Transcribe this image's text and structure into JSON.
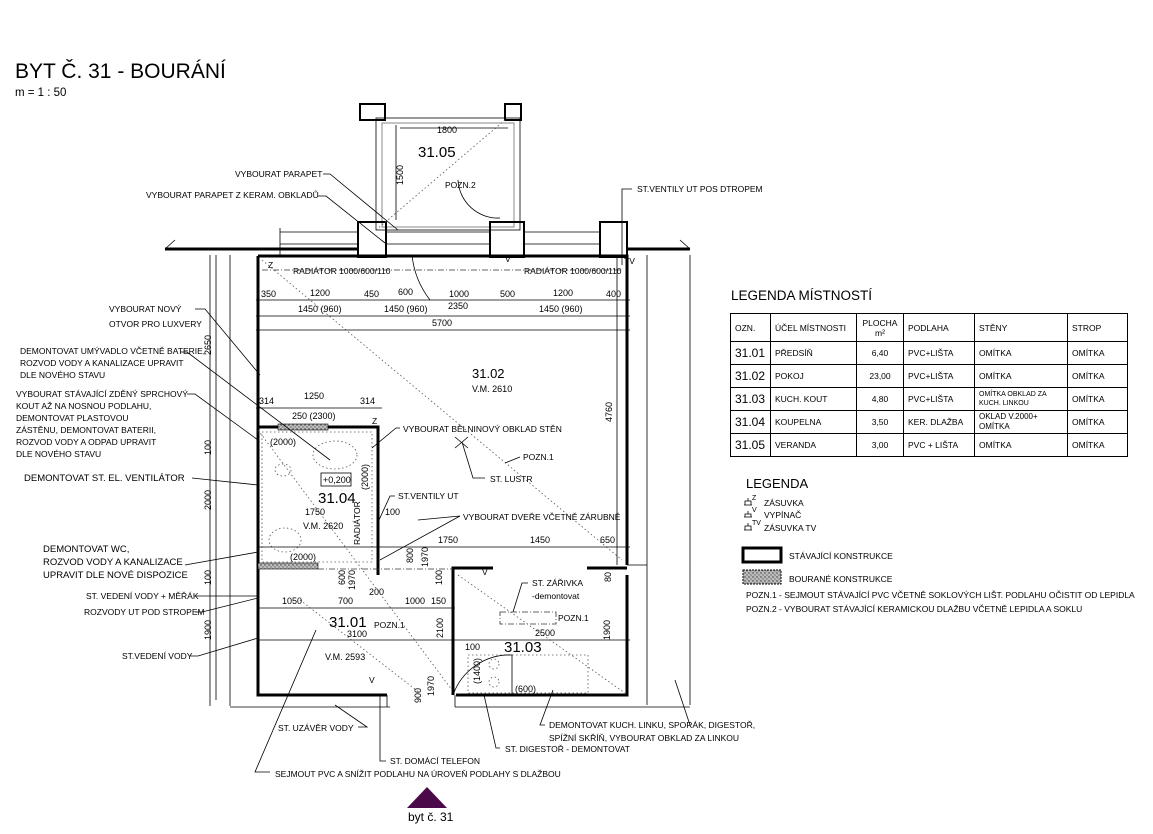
{
  "title": "BYT Č. 31 - BOURÁNÍ",
  "scale": "m = 1 : 50",
  "marker": "byt č. 31",
  "marker_color": "#4a0a4a",
  "rooms": {
    "r3105": "31.05",
    "r3102": "31.02",
    "vm3102": "V.M. 2610",
    "r3104": "31.04",
    "vm3104": "V.M. 2620",
    "level3104": "+0,200",
    "r3101": "31.01",
    "vm3101": "V.M. 2593",
    "r3103": "31.03"
  },
  "annotations": {
    "parapet": "VYBOURAT PARAPET",
    "parapet_keram": "VYBOURAT PARAPET Z KERAM. OBKLADŮ",
    "ventily_strop": "ST.VENTILY UT POS DTROPEM",
    "luxvery": [
      "VYBOURAT NOVÝ",
      "OTVOR PRO LUXVERY"
    ],
    "umyvadlo": [
      "DEMONTOVAT UMÝVADLO VČETNĚ BATERIE,",
      "ROZVOD VODY A KANALIZACE UPRAVIT",
      "DLE NOVÉHO STAVU"
    ],
    "sprcha": [
      "VYBOURAT STÁVAJÍCÍ ZDĚNÝ SPRCHOVÝ",
      "KOUT AŽ NA NOSNOU PODLAHU,",
      "DEMONTOVAT PLASTOVOU",
      "ZÁSTĚNU, DEMONTOVAT BATERII,",
      "ROZVOD VODY A ODPAD UPRAVIT",
      "DLE NOVÉHO STAVU"
    ],
    "ventilator": "DEMONTOVAT ST. EL. VENTILÁTOR",
    "wc": [
      "DEMONTOVAT WC,",
      "ROZVOD VODY A KANALIZACE",
      "UPRAVIT DLE NOVÉ DISPOZICE"
    ],
    "merak": "ST. VEDENÍ VODY + MĚŘÁK",
    "rozvody_ut": "ROZVODY UT POD STROPEM",
    "vedeni_vody": "ST.VEDENÍ VODY",
    "uzaver": "ST. UZÁVĚR VODY",
    "telefon": "ST. DOMÁCÍ TELEFON",
    "pvc": "SEJMOUT PVC A SNÍŽIT PODLAHU NA ÚROVEŇ PODLAHY S DLAŽBOU",
    "digestor": "ST. DIGESTOŘ - DEMONTOVAT",
    "kuch_linka": [
      "DEMONTOVAT KUCH. LINKU, SPORÁK, DIGESTOŘ,",
      "SPÍŽNÍ SKŘÍŇ, VYBOURAT OBKLAD ZA LINKOU"
    ],
    "obklad": "VYBOURAT BĚLNINOVÝ OBKLAD STĚN",
    "pozn1": "POZN.1",
    "pozn2": "POZN.2",
    "lustr": "ST. LUSTR",
    "ventily": "ST.VENTILY UT",
    "dvere": "VYBOURAT DVEŘE VČETNĚ ZÁRUBNĚ",
    "zarivka": [
      "ST. ZÁŘIVKA",
      "-demontovat"
    ],
    "radiator": "RADIÁTOR 1000/600/110",
    "radiator_v": "RADIÁTOR",
    "z": "Z",
    "v": "V",
    "tv": "TV"
  },
  "dims": {
    "d1800": "1800",
    "d1500": "1500",
    "d350": "350",
    "d1200": "1200",
    "d450": "450",
    "d600": "600",
    "d1000": "1000",
    "d500": "500",
    "d400": "400",
    "d1450_960": "1450  (960)",
    "d2350": "2350",
    "d5700": "5700",
    "d2650": "2650",
    "d100": "100",
    "d2000": "2000",
    "d1900": "1900",
    "d4760": "4760",
    "d1250": "1250",
    "d314": "314",
    "d250_2300": "250  (2300)",
    "d_2000": "(2000)",
    "d1750": "1750",
    "d1450": "1450",
    "d650": "650",
    "d800": "800",
    "d1970": "1970",
    "d200": "200",
    "d1050": "1050",
    "d700": "700",
    "d150": "150",
    "d3100": "3100",
    "d2100": "2100",
    "d2500": "2500",
    "d_1400": "(1400)",
    "d_600": "(600)",
    "d900": "900",
    "d80": "80"
  },
  "room_legend": {
    "title": "LEGENDA MÍSTNOSTÍ",
    "headers": [
      "OZN.",
      "ÚČEL MÍSTNOSTI",
      "PLOCHA m²",
      "PODLAHA",
      "STĚNY",
      "STROP"
    ],
    "rows": [
      [
        "31.01",
        "PŘEDSÍŇ",
        "6,40",
        "PVC+LIŠTA",
        "OMÍTKA",
        "OMÍTKA"
      ],
      [
        "31.02",
        "POKOJ",
        "23,00",
        "PVC+LIŠTA",
        "OMÍTKA",
        "OMÍTKA"
      ],
      [
        "31.03",
        "KUCH. KOUT",
        "4,80",
        "PVC+LIŠTA",
        "OMÍTKA OBKLAD ZA KUCH. LINKOU",
        "OMÍTKA"
      ],
      [
        "31.04",
        "KOUPELNA",
        "3,50",
        "KER. DLAŽBA",
        "OKLAD V.2000+ OMÍTKA",
        "OMÍTKA"
      ],
      [
        "31.05",
        "VERANDA",
        "3,00",
        "PVC + LIŠTA",
        "OMÍTKA",
        "OMÍTKA"
      ]
    ]
  },
  "legend": {
    "title": "LEGENDA",
    "zasuvka": "ZÁSUVKA",
    "vypinac": "VYPÍNAČ",
    "zasuvka_tv": "ZÁSUVKA TV",
    "stavajici": "STÁVAJÍCÍ KONSTRUKCE",
    "bourane": "BOURANÉ KONSTRUKCE",
    "pozn1": "POZN.1 - SEJMOUT STÁVAJÍCÍ PVC VČETNĚ SOKLOVÝCH LIŠT. PODLAHU OČISTIT OD LEPIDLA",
    "pozn2": "POZN.2 - VYBOURAT STÁVAJÍCÍ KERAMICKOU DLAŽBU VČETNĚ LEPIDLA A SOKLU"
  }
}
